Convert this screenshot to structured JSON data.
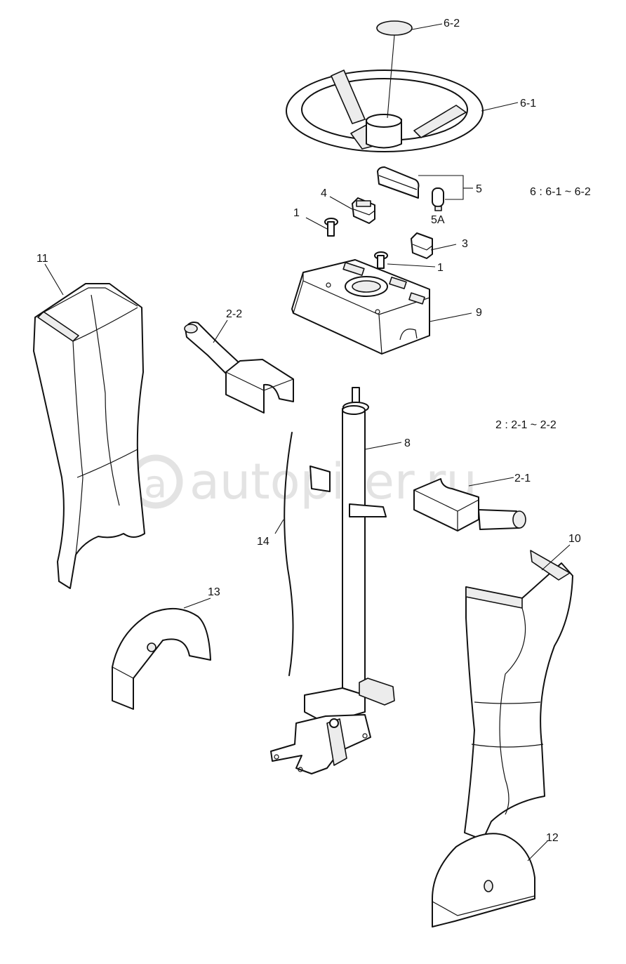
{
  "watermark": {
    "text": "autopiter.ru"
  },
  "labels": {
    "p6_2": "6-2",
    "p6_1": "6-1",
    "p5": "5",
    "p5A": "5A",
    "p4": "4",
    "p1a": "1",
    "p1b": "1",
    "p3": "3",
    "p9": "9",
    "p11": "11",
    "p2_2": "2-2",
    "p8": "8",
    "p2_1": "2-1",
    "p14": "14",
    "p10": "10",
    "p13": "13",
    "p12": "12"
  },
  "notes": {
    "group6": "6 : 6-1 ~ 6-2",
    "group2": "2 : 2-1 ~ 2-2"
  }
}
